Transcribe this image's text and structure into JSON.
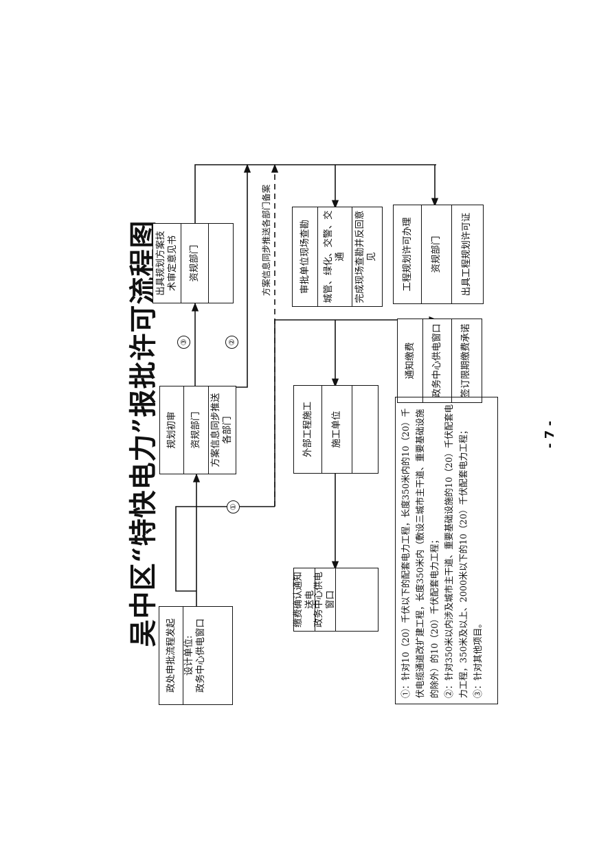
{
  "title": "吴中区“特快电力”报批许可流程图",
  "page_number": "- 7 -",
  "nodes": {
    "initiate": {
      "step": "政处申批流程发起",
      "actor": "设计单位:",
      "place": "政务中心供电窗口"
    },
    "plan_review": {
      "step": "规划初审",
      "actor": "资规部门",
      "note": "方案信息同步推送各部门"
    },
    "tech_review": {
      "step": "出具规划方案技术审定意见书",
      "actor": "资规部门",
      "note": ""
    },
    "joint_survey": {
      "step": "审批单位现场查勘",
      "actor": "城管、绿化、交警、交通",
      "note": "完成现场查勘并反回意见"
    },
    "permit": {
      "step": "工程规划许可办理",
      "actor": "资规部门",
      "note": "出具工程规划许可证"
    },
    "notify": {
      "step": "通知缴费",
      "actor": "政务中心供电窗口",
      "note": "签订限期缴费承诺"
    },
    "construction": {
      "step": "外部工程施工",
      "actor": "施工单位",
      "note": ""
    },
    "payment": {
      "step": "缴费确认通知送电",
      "actor": "政务中心供电窗口",
      "note": ""
    }
  },
  "edge_labels": {
    "c1": "①",
    "c2": "②",
    "c3": "③",
    "sync": "方案信息同步推送各部门备案"
  },
  "notes": [
    "①：针对10（20）千伏以下的配套电力工程，长度350米内的10（20）千伏电缆通道改扩建工程，长度350米内（敷设三城市主干道、重要基础设施的除外）的10（20）千伏配套电力工程；",
    "②：针对350米以内涉及城市主干道、重要基础设施的10（20）千伏配套电力工程，350米及以上、2000米以下的10（20）千伏配套电力工程；",
    "③：针对其他项目。"
  ]
}
